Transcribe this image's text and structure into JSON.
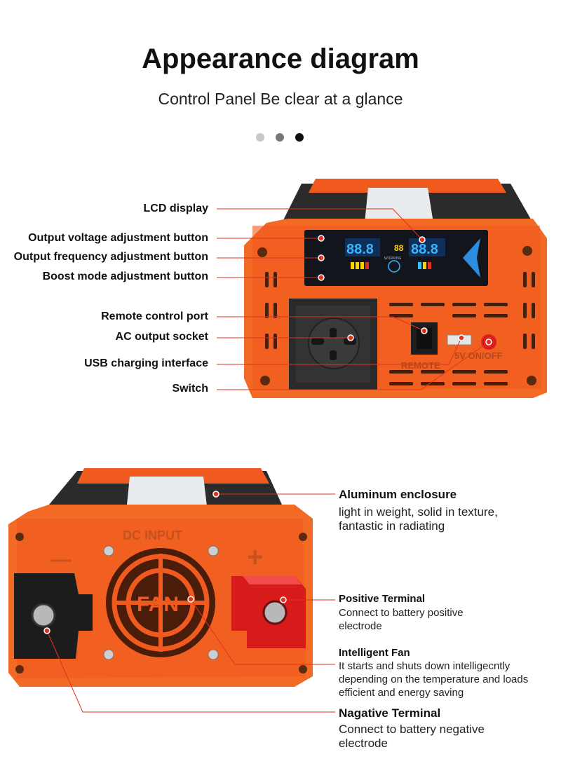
{
  "header": {
    "title": "Appearance diagram",
    "subtitle": "Control Panel  Be clear at a glance",
    "dots": [
      "#c8c8c8",
      "#777777",
      "#111111"
    ]
  },
  "colors": {
    "accent_line": "#e0321e",
    "body": "#f05a1e",
    "dark": "#2a2a2a"
  },
  "front_panel": {
    "labels": {
      "lcd": "LCD display",
      "voltage_btn": "Output voltage adjustment button",
      "frequency_btn": "Output frequency adjustment button",
      "boost_btn": "Boost mode adjustment button",
      "remote_port": "Remote control port",
      "ac_socket": "AC output socket",
      "usb": "USB charging interface",
      "switch": "Switch"
    },
    "printed": {
      "remote": "REMOTE",
      "usb_switch": "5V ON/OFF",
      "lcd_left": "88.8",
      "lcd_mid": "88",
      "lcd_right": "88.8",
      "lcd_working": "WORKING"
    }
  },
  "back_panel": {
    "printed": {
      "dc_input": "DC INPUT",
      "fan": "FAN",
      "minus": "—",
      "plus": "+"
    },
    "labels": {
      "aluminum": {
        "title": "Aluminum enclosure",
        "desc1": "light in weight, solid in texture,",
        "desc2": "fantastic in radiating"
      },
      "positive": {
        "title": "Positive Terminal",
        "desc1": "Connect to battery positive",
        "desc2": "electrode"
      },
      "fan": {
        "title": "Intelligent Fan",
        "desc1": "It starts and shuts down intelligecntly",
        "desc2": "depending on the temperature and loads",
        "desc3": "efficient and energy saving"
      },
      "negative": {
        "title": "Nagative Terminal",
        "desc1": "Connect to battery negative",
        "desc2": "electrode"
      }
    }
  }
}
